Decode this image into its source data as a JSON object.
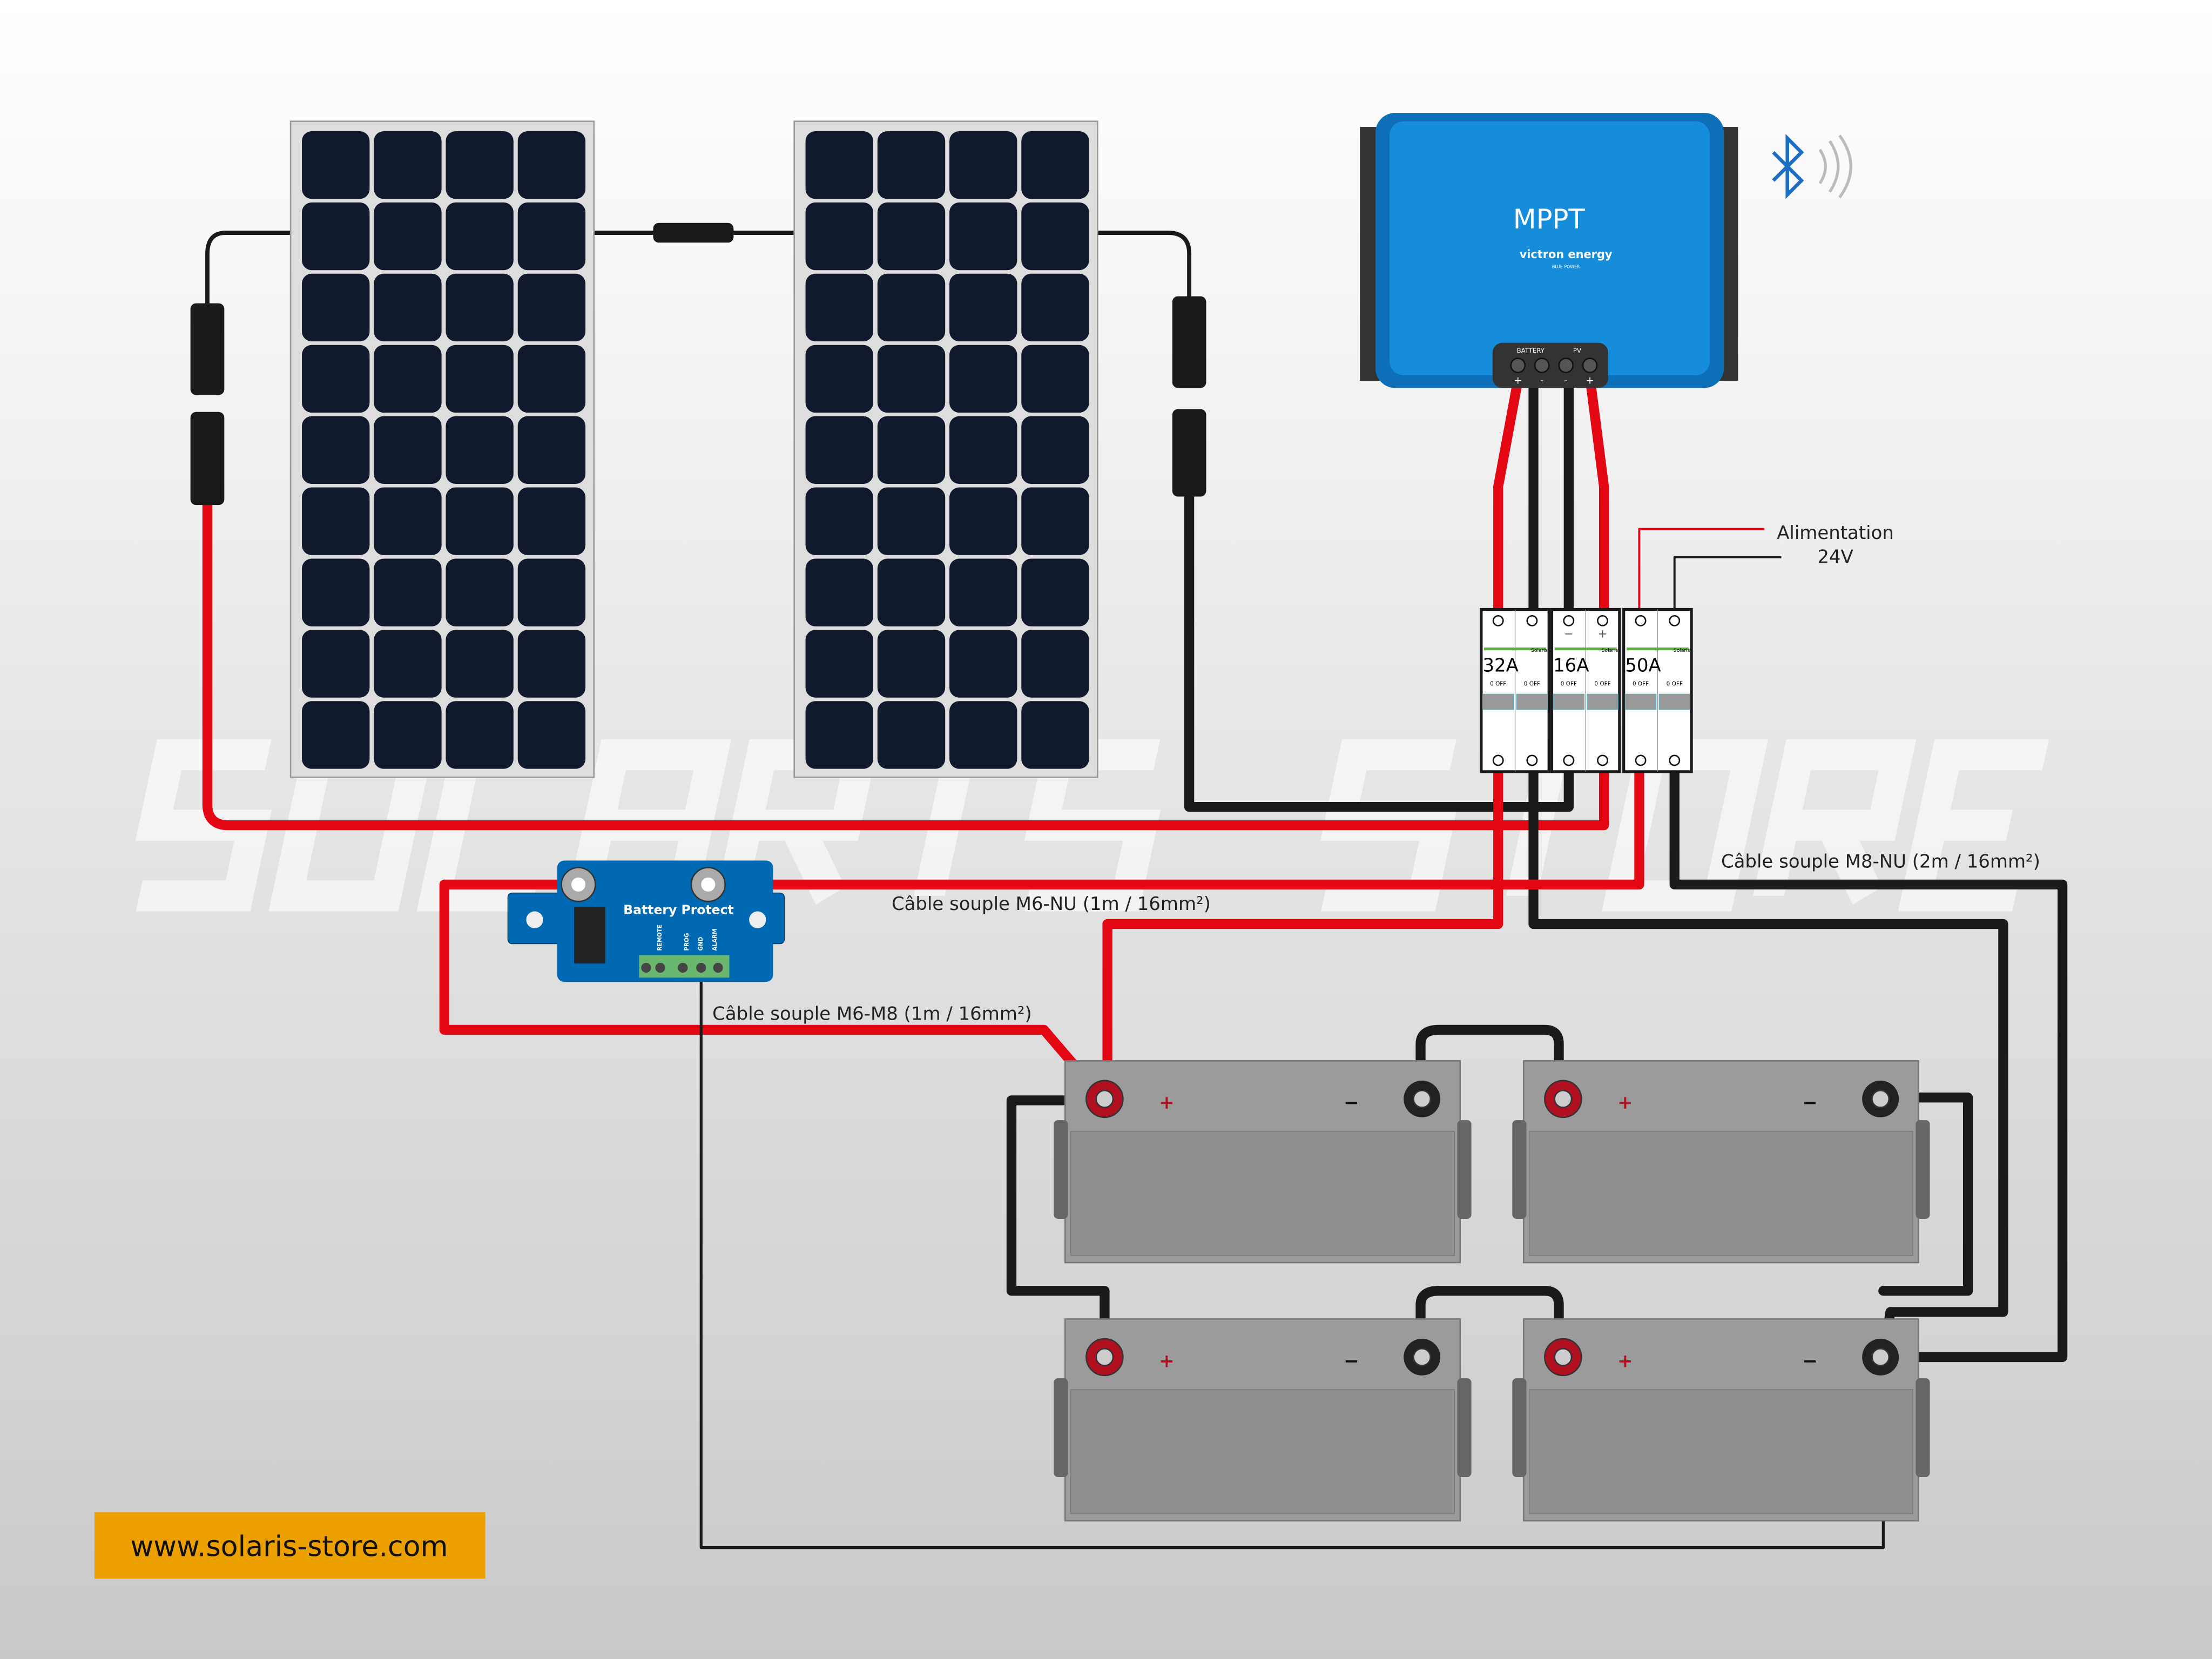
{
  "watermark": "SOLARIS STORE",
  "mppt": {
    "label": "MPPT",
    "brand": "victron energy",
    "brand_sub": "BLUE POWER",
    "battery_label": "BATTERY",
    "pv_label": "PV",
    "terminals": [
      "+",
      "-",
      "-",
      "+"
    ],
    "wireless_icon": "bluetooth-icon"
  },
  "breakers": [
    {
      "rating": "32A",
      "brand": "Solaris",
      "state": "0 OFF",
      "top_marks": [
        "",
        ""
      ]
    },
    {
      "rating": "16A",
      "brand": "Solaris",
      "state": "0 OFF",
      "top_marks": [
        "−",
        "+"
      ]
    },
    {
      "rating": "50A",
      "brand": "Solaris",
      "state": "0 OFF",
      "top_marks": [
        "",
        ""
      ]
    }
  ],
  "battery_protect": {
    "title": "Battery Protect",
    "terminals": [
      "REMOTE",
      "PROG",
      "GND",
      "ALARM"
    ]
  },
  "labels": {
    "supply_line1": "Alimentation",
    "supply_line2": "24V",
    "cable_m6_nu": "Câble souple M6-NU (1m / 16mm²)",
    "cable_m8_nu": "Câble souple M8-NU (2m / 16mm²)",
    "cable_m6_m8": "Câble souple M6-M8 (1m / 16mm²)"
  },
  "batteries": {
    "count": 4,
    "plus": "+",
    "minus": "−"
  },
  "footer": {
    "url": "www.solaris-store.com"
  },
  "colors": {
    "red_wire": "#e30613",
    "black_wire": "#1a1a1a",
    "mppt_blue": "#168ddb",
    "bp_blue": "#0069b4",
    "footer_bg": "#eba000",
    "panel_cell": "#111a2c",
    "battery_grey": "#9b9b9b"
  }
}
